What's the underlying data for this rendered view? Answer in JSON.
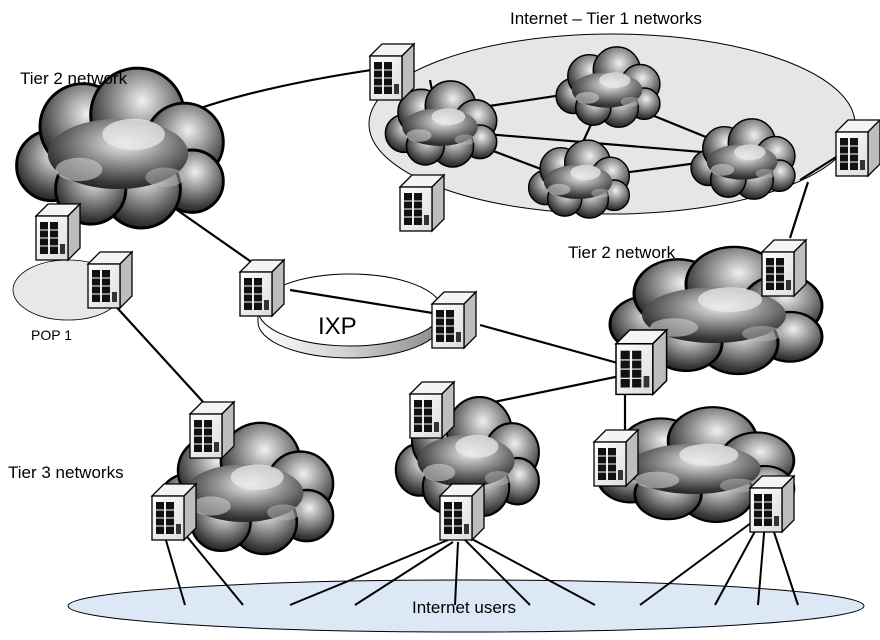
{
  "labels": {
    "tier1": "Internet – Tier 1 networks",
    "tier2_left": "Tier 2 network",
    "tier2_right": "Tier 2 network",
    "pop": "POP 1",
    "ixp": "IXP",
    "tier3": "Tier 3 networks",
    "users": "Internet users"
  },
  "colors": {
    "background": "#ffffff",
    "tier1_region": "#e6e6e6",
    "pop_region": "#e8e8e8",
    "users_region": "#dde8f6",
    "link": "#000000"
  },
  "icons": {
    "router": "router-icon",
    "cloud": "cloud-icon"
  }
}
